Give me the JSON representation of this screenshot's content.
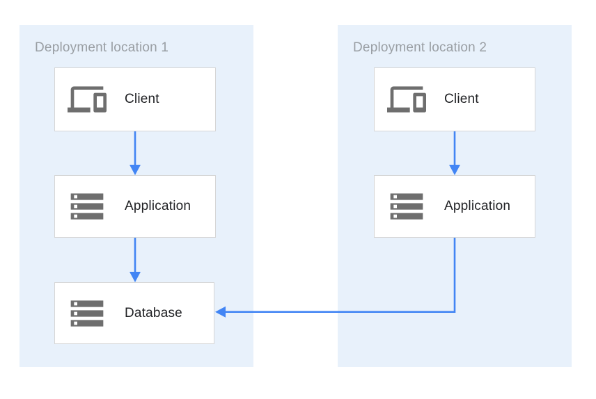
{
  "theme": {
    "accent_blue": "#4285F4",
    "panel_bg": "#E8F1FB",
    "box_bg": "#FFFFFF",
    "box_border": "#D6D6D6",
    "icon_gray": "#6E6E6E",
    "label_gray": "#999EA3",
    "text_dark": "#202124"
  },
  "panels": [
    {
      "label": "Deployment location 1",
      "nodes": [
        {
          "label": "Client",
          "icon": "devices-icon"
        },
        {
          "label": "Application",
          "icon": "storage-icon"
        },
        {
          "label": "Database",
          "icon": "storage-icon"
        }
      ]
    },
    {
      "label": "Deployment location 2",
      "nodes": [
        {
          "label": "Client",
          "icon": "devices-icon"
        },
        {
          "label": "Application",
          "icon": "storage-icon"
        }
      ]
    }
  ],
  "edges": [
    {
      "from": "location1-client",
      "to": "location1-application",
      "style": "straight-down"
    },
    {
      "from": "location1-application",
      "to": "location1-database",
      "style": "straight-down"
    },
    {
      "from": "location2-client",
      "to": "location2-application",
      "style": "straight-down"
    },
    {
      "from": "location2-application",
      "to": "location1-database",
      "style": "elbow-down-left"
    }
  ]
}
